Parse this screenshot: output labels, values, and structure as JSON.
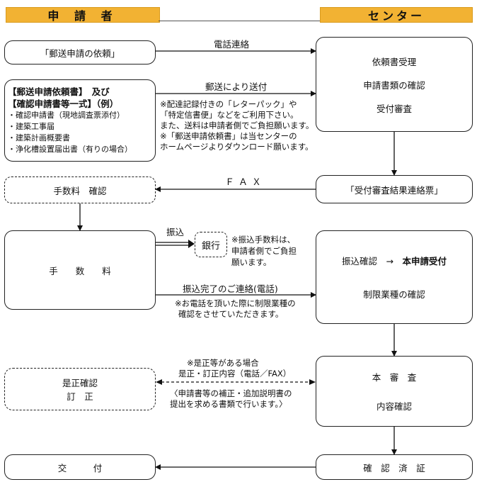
{
  "header": {
    "applicant": "申 請 者",
    "center": "センター"
  },
  "left": {
    "request": "「郵送申請の依頼」",
    "docs": {
      "title1": "【郵送申請依頼書】　及び",
      "title2": "【確認申請書等一式】（例）",
      "items": [
        "・確認申請書（現地調査票添付）",
        "・建築工事届",
        "・建築計画概要書",
        "・浄化槽設置届出書（有りの場合）"
      ]
    },
    "fee_check": "手数料　確認",
    "fee": "手　　数　　料",
    "correction1": "是正確認",
    "correction2": "訂　正",
    "delivery": "交　　　付"
  },
  "right": {
    "accept": [
      "依頼書受理",
      "申請書類の確認",
      "受付審査"
    ],
    "result": "「受付審査結果連絡票」",
    "payment_confirm": "振込確認　→　",
    "formal_accept": "本申請受付",
    "limit_check": "制限業種の確認",
    "review": "本　審　査",
    "content_check": "内容確認",
    "certificate": "確　認　済　証"
  },
  "arrows": {
    "phone": "電話連絡",
    "mail": "郵送により送付",
    "mail_notes": [
      "※配達記録付きの「レターパック」や",
      "「特定信書便」などをご利用下さい。",
      "また、送料は申請者側でご負担願います。",
      "※「郵送申請依頼書」は当センターの",
      "ホームページよりダウンロード願います。"
    ],
    "fax": "ＦＡＸ",
    "transfer": "振込",
    "bank": "銀行",
    "bank_notes": [
      "※振込手数料は、",
      "申請者側でご負担",
      "願います。"
    ],
    "transfer_done": "振込完了のご連絡(電話)",
    "transfer_notes": [
      "※お電話を頂いた際に制限業種の",
      "確認をさせていただきます。"
    ],
    "correction_case": "※是正等がある場合",
    "correction_content": "是正・訂正内容（電話／FAX）",
    "correction_notes": [
      "〈申請書等の補正・追加説明書の",
      "提出を求める書類で行います。〉"
    ]
  }
}
